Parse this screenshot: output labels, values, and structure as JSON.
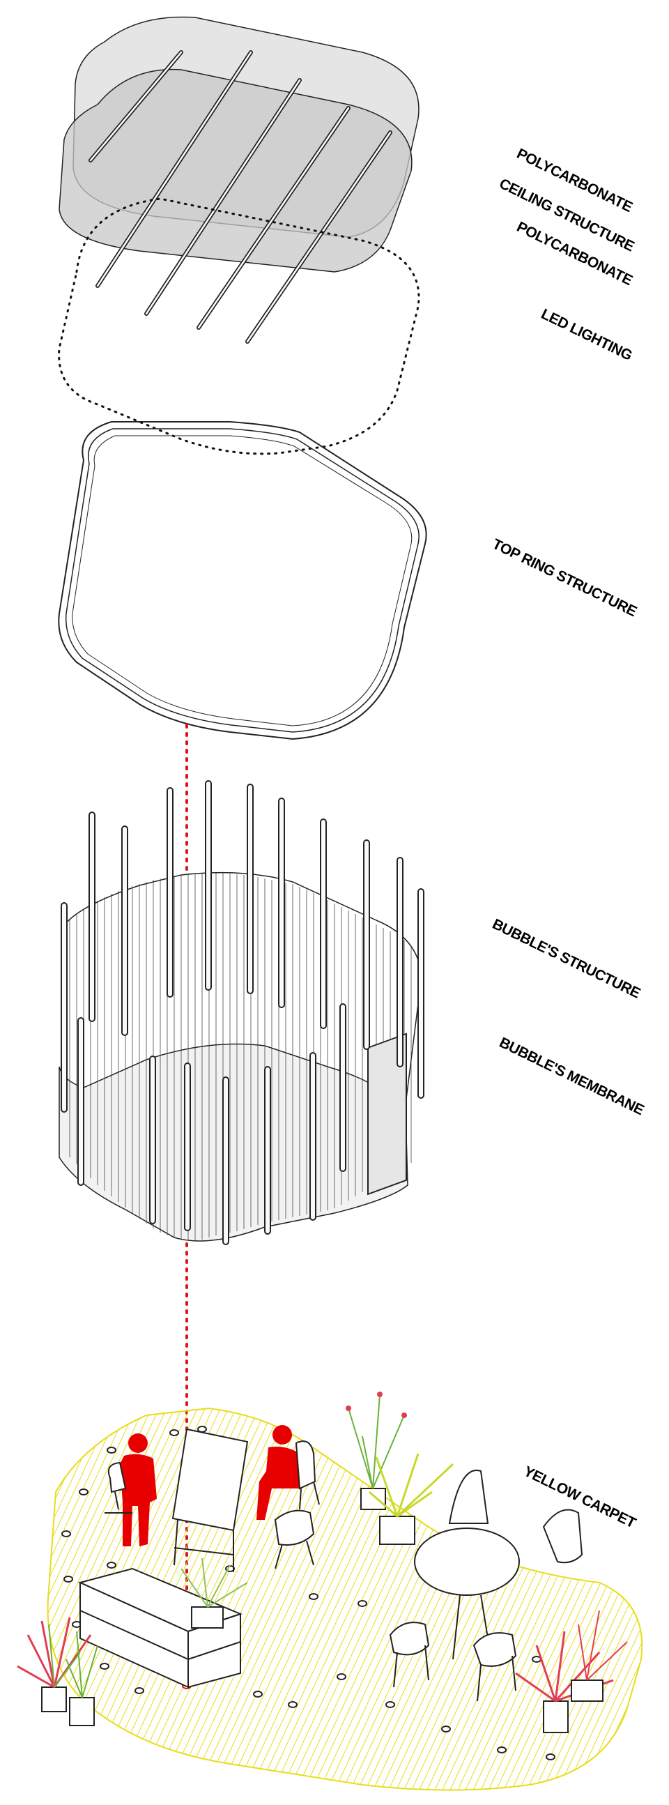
{
  "labels": {
    "polycarbonate_top": "POLYCARBONATE",
    "ceiling_structure": "CEILING STRUCTURE",
    "polycarbonate_bottom": "POLYCARBONATE",
    "led_lighting": "LED LIGHTING",
    "top_ring_structure": "TOP RING STRUCTURE",
    "bubbles_structure": "BUBBLE'S STRUCTURE",
    "bubbles_membrane": "BUBBLE'S MEMBRANE",
    "yellow_carpet": "YELLOW CARPET"
  },
  "colors": {
    "line": "#222222",
    "polycarbonate_fill": "#c8c8c8",
    "axis_dots": "#e0131a",
    "carpet": "#e8dc1a",
    "people": "#e80000",
    "plant_green": "#6ab23a",
    "plant_red": "#e23d52"
  }
}
